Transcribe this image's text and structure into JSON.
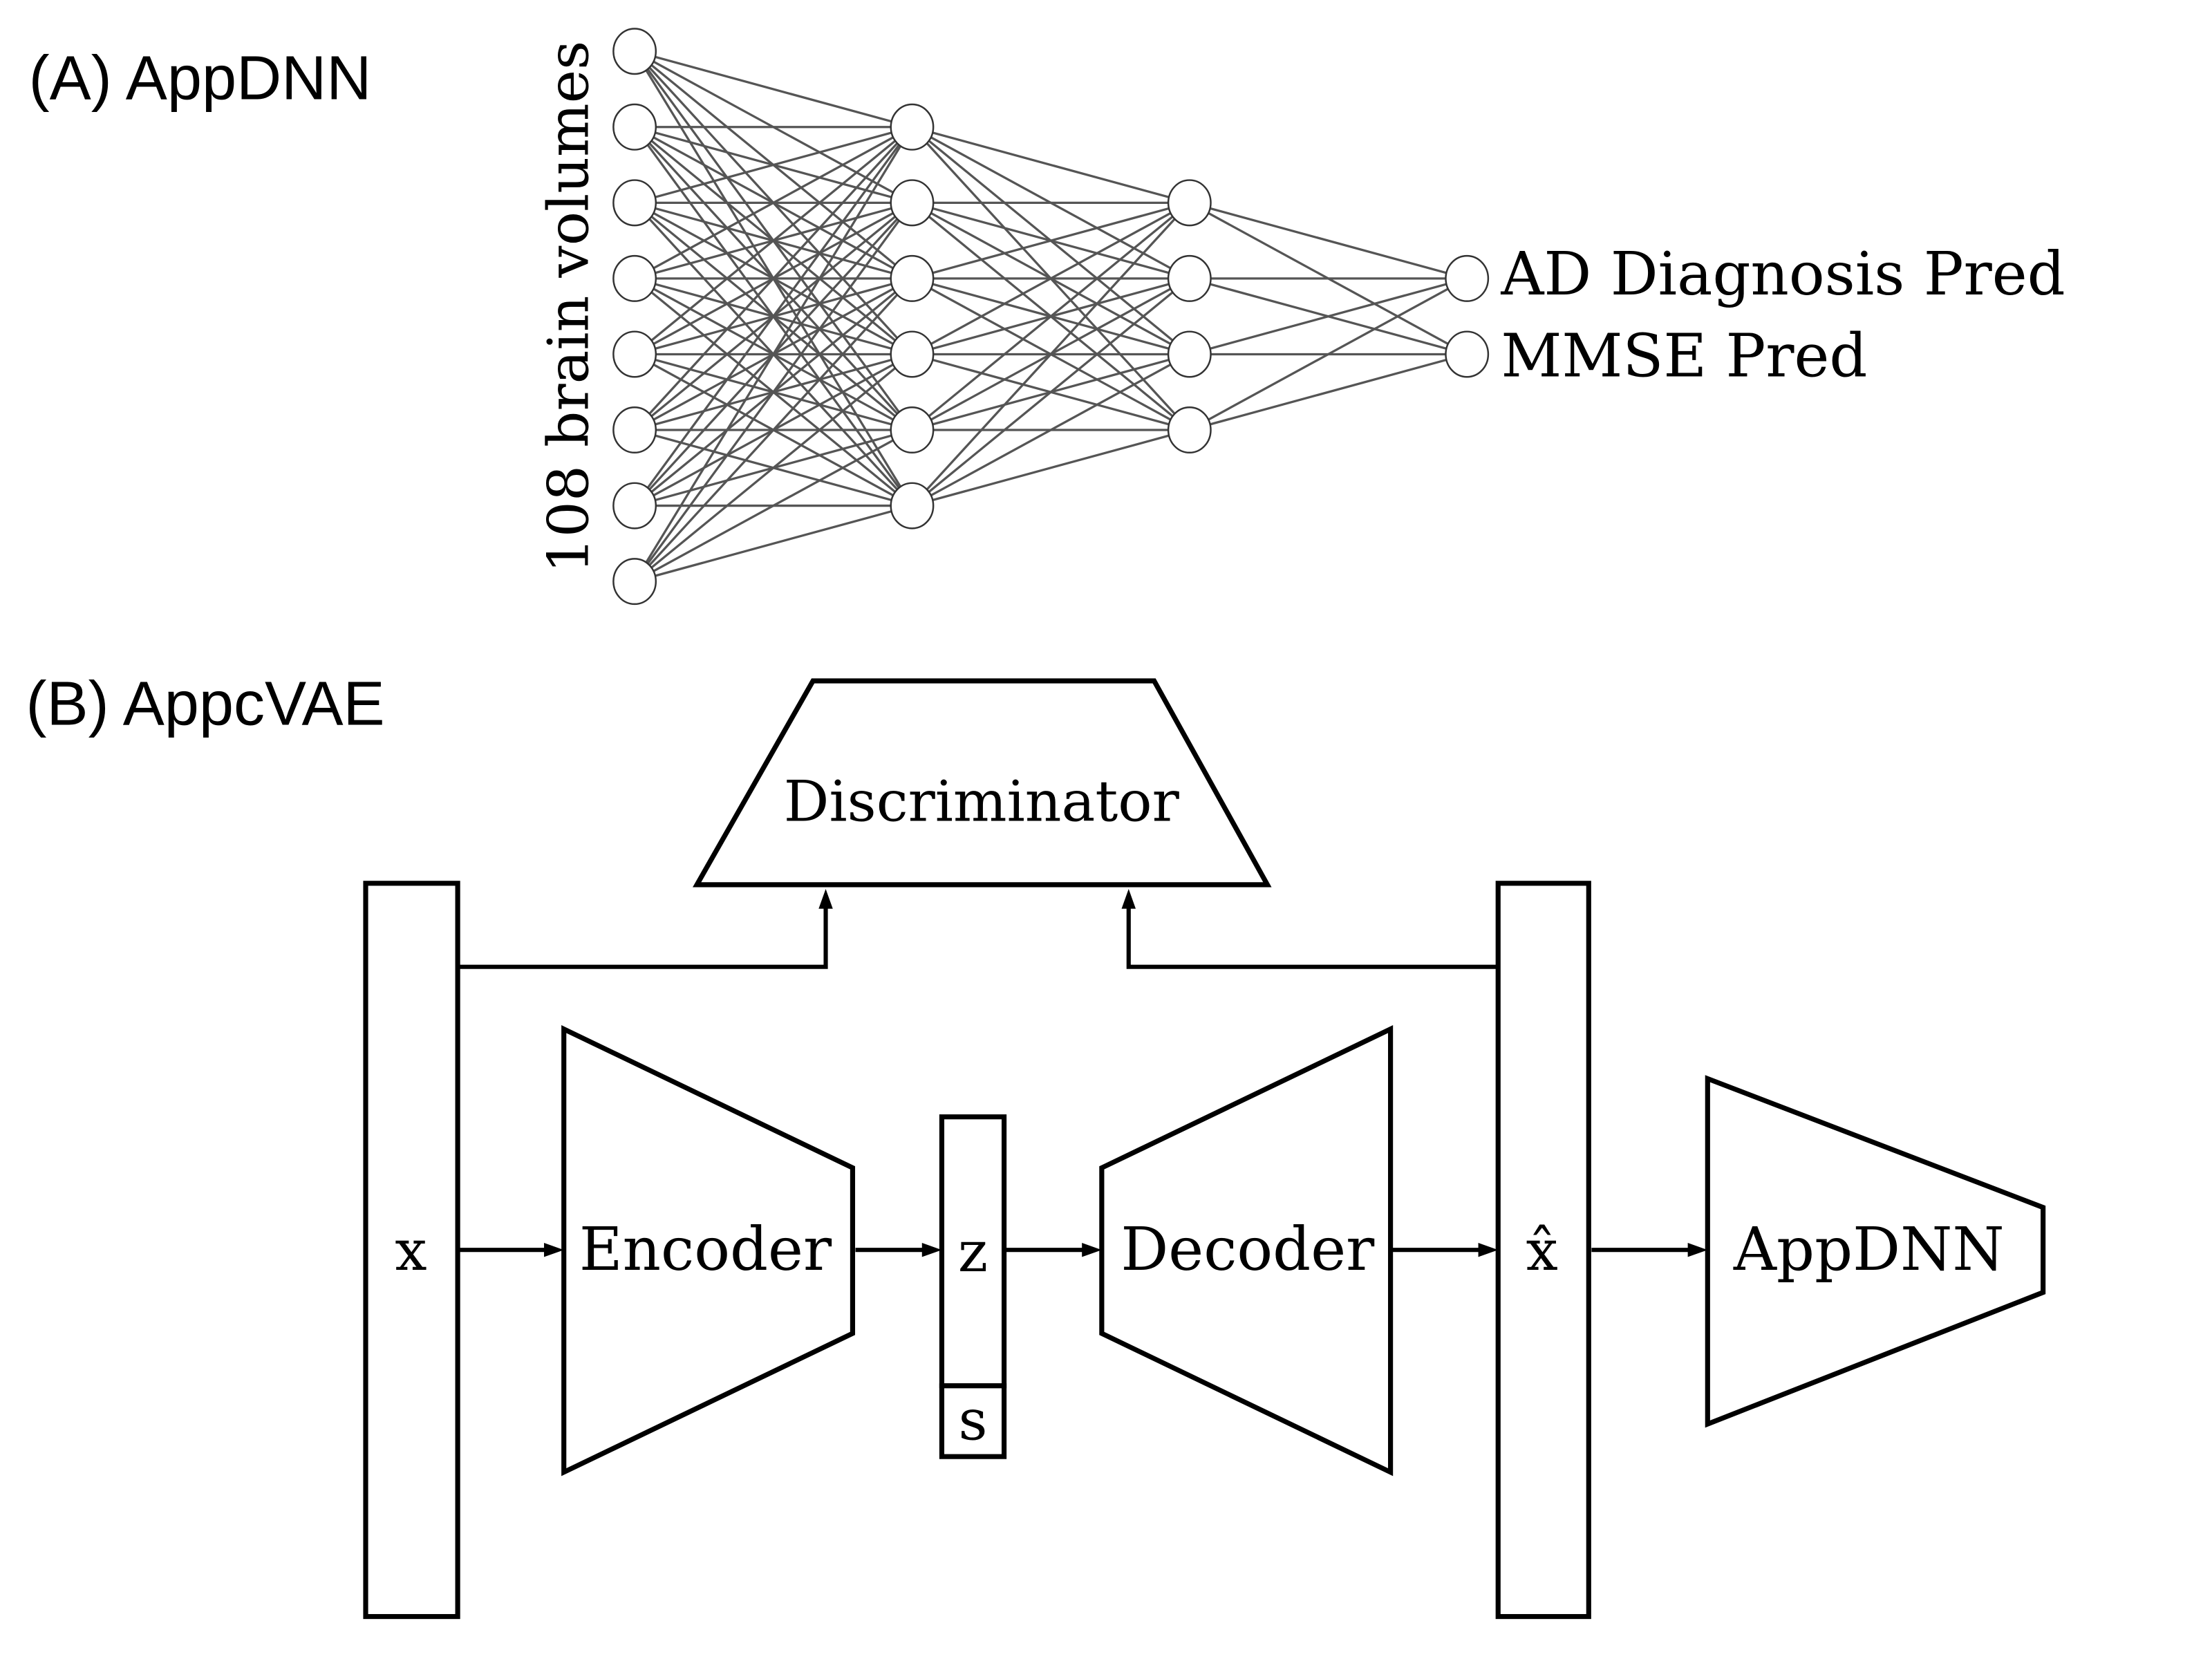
{
  "panelA": {
    "label": "(A) AppDNN",
    "input_label": "108 brain volumes",
    "layers": [
      8,
      6,
      4,
      2
    ],
    "outputs": [
      "AD Diagnosis Pred",
      "MMSE Pred"
    ]
  },
  "panelB": {
    "label": "(B) AppcVAE",
    "blocks": {
      "discriminator": "Discriminator",
      "x": "x",
      "encoder": "Encoder",
      "z": "z",
      "s": "s",
      "decoder": "Decoder",
      "xhat": "x̂",
      "appdnn": "AppDNN"
    },
    "flows": [
      [
        "x",
        "encoder"
      ],
      [
        "encoder",
        "z"
      ],
      [
        "z",
        "decoder"
      ],
      [
        "decoder",
        "xhat"
      ],
      [
        "xhat",
        "appdnn"
      ],
      [
        "x",
        "discriminator"
      ],
      [
        "xhat",
        "discriminator"
      ]
    ]
  },
  "colors": {
    "edge": "#555555",
    "stroke": "#000000",
    "background": "#ffffff"
  }
}
